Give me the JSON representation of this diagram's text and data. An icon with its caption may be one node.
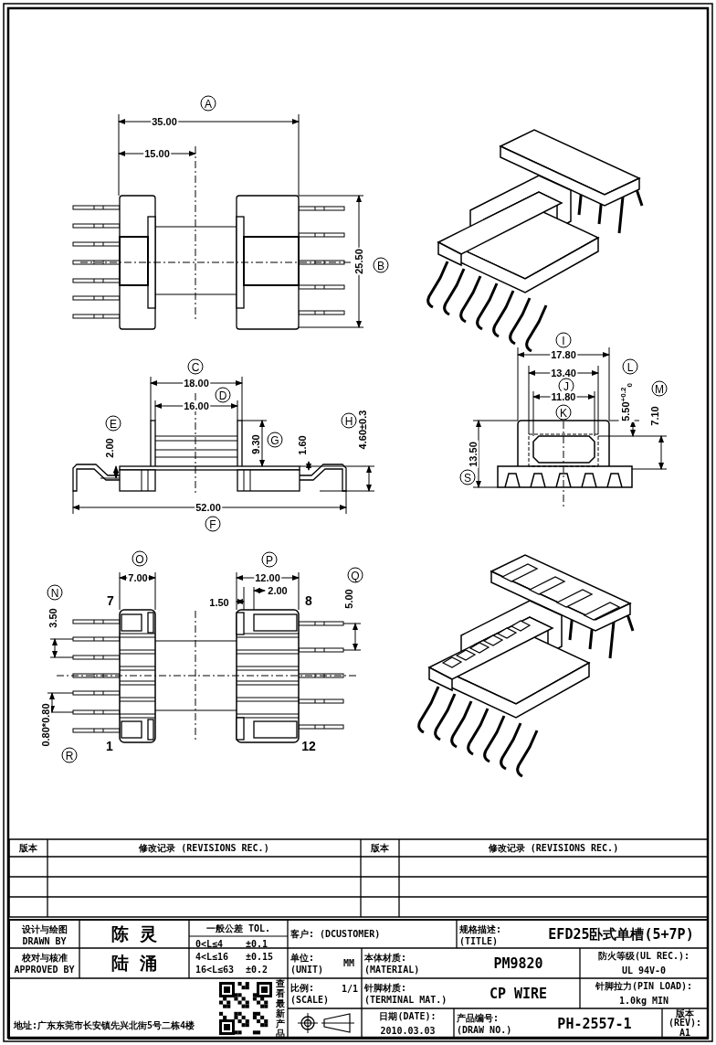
{
  "diagram": {
    "labels": [
      "A",
      "35.00",
      "15.00",
      "25.50",
      "B",
      "C",
      "18.00",
      "D",
      "16.00",
      "E",
      "2.00",
      "9.30",
      "G",
      "1.60",
      "H",
      "4.60±0.3",
      "52.00",
      "F",
      "I",
      "17.80",
      "L",
      "13.40",
      "J",
      "M",
      "11.80",
      "K",
      "5.50$^{+0.2}$$_{0}$",
      "7.10",
      "13.50",
      "S",
      "O",
      "P",
      "Q",
      "N",
      "7.00",
      "12.00",
      "7",
      "1.50",
      "2.00",
      "8",
      "5.00",
      "3.50",
      "0.80*0.80",
      "R",
      "1",
      "12",
      "版本",
      "修改记录 (REVISIONS REC.)",
      "版本",
      "修改记录 (REVISIONS REC.)",
      "设计与绘图 DRAWN BY",
      "陈 灵",
      "一般公差 TOL.",
      "客户: (DCUSTOMER)",
      "规格描述: (TITLE)",
      "EFD25卧式单槽(5+7P)",
      "0<L≤4",
      "±0.1",
      "4<L≤16",
      "±0.15",
      "16<L≤63",
      "±0.2",
      "校对与核准 APPROVED BY",
      "陆 涌",
      "单位: (UNIT)",
      "MM",
      "本体材质: (MATERIAL)",
      "PM9820",
      "防火等级(UL REC.):",
      "UL 94V-0",
      "查看最新产品",
      "比例: (SCALE)",
      "1/1",
      "针脚材质: (TERMINAL MAT.)",
      "CP WIRE",
      "针脚拉力(PIN LOAD):",
      "1.0kg MIN",
      "地址:广东东莞市长安镇先兴北街5号二栋4楼",
      "日期(DATE):",
      "2010.03.03",
      "产品编号: (DRAW NO.)",
      "PH-2557-1",
      "版本(REV):",
      "A1"
    ]
  }
}
